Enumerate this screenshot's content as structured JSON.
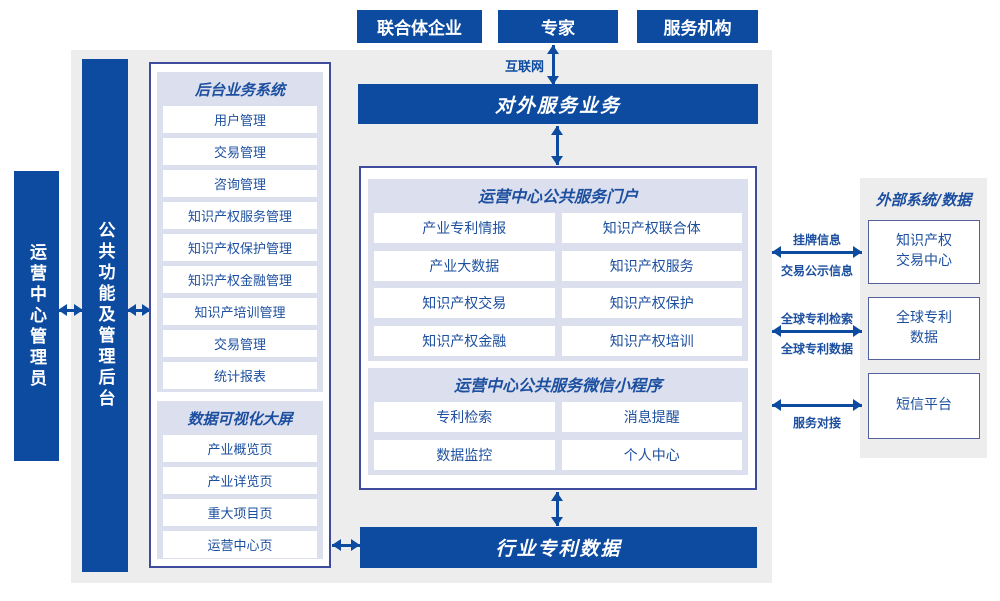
{
  "colors": {
    "primary_blue": "#0d4ba0",
    "panel_border": "#3f4c9e",
    "group_background": "#dcdfee",
    "canvas_gray": "#ededee"
  },
  "actors": {
    "consortium": "联合体企业",
    "expert": "专家",
    "service_org": "服务机构"
  },
  "network_label": "互联网",
  "external_service_bar": "对外服务业务",
  "admin_bar": "运营中心管理员",
  "backend_bar": "公共功能及管理后台",
  "backend_system": {
    "title": "后台业务系统",
    "items": [
      "用户管理",
      "交易管理",
      "咨询管理",
      "知识产权服务管理",
      "知识产权保护管理",
      "知识产权金融管理",
      "知识产培训管理",
      "交易管理",
      "统计报表"
    ]
  },
  "data_screen": {
    "title": "数据可视化大屏",
    "items": [
      "产业概览页",
      "产业详览页",
      "重大项目页",
      "运营中心页"
    ]
  },
  "portal": {
    "title": "运营中心公共服务门户",
    "items": [
      "产业专利情报",
      "知识产权联合体",
      "产业大数据",
      "知识产权服务",
      "知识产权交易",
      "知识产权保护",
      "知识产权金融",
      "知识产权培训"
    ]
  },
  "miniprogram": {
    "title": "运营中心公共服务微信小程序",
    "items": [
      "专利检索",
      "消息提醒",
      "数据监控",
      "个人中心"
    ]
  },
  "industry_data_bar": "行业专利数据",
  "external_systems": {
    "title": "外部系统/数据",
    "boxes": [
      {
        "line1": "知识产权",
        "line2": "交易中心"
      },
      {
        "line1": "全球专利",
        "line2": "数据"
      },
      {
        "line1": "短信平台",
        "line2": ""
      }
    ]
  },
  "links": {
    "trade": {
      "top": "挂牌信息",
      "bottom": "交易公示信息"
    },
    "patent": {
      "top": "全球专利检索",
      "bottom": "全球专利数据"
    },
    "service": {
      "bottom": "服务对接"
    }
  }
}
